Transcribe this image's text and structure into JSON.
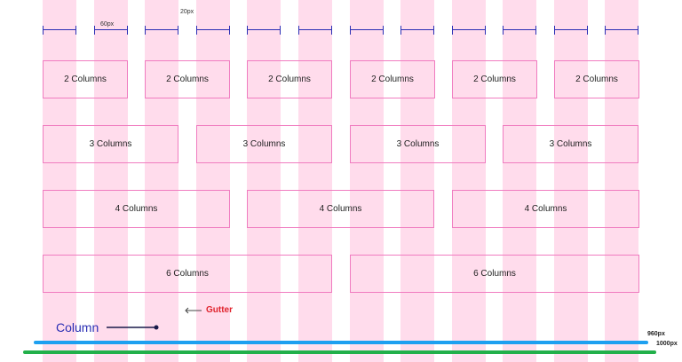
{
  "dimensions": {
    "column_width_label": "60px",
    "gutter_width_label": "20px"
  },
  "rows": [
    {
      "name": "two-columns",
      "label": "2 Columns",
      "count": 6
    },
    {
      "name": "three-columns",
      "label": "3 Columns",
      "count": 4
    },
    {
      "name": "four-columns",
      "label": "4 Columns",
      "count": 3
    },
    {
      "name": "six-columns",
      "label": "6 Columns",
      "count": 2
    }
  ],
  "legend": {
    "gutter": "Gutter",
    "column": "Column"
  },
  "widths": {
    "inner": "960px",
    "outer": "1000px"
  },
  "colors": {
    "column_fill": "#ffdcec",
    "box_border": "#f07cc0",
    "dimension_line": "#2b2fb4",
    "gutter_text": "#e0242e",
    "inner_bar": "#1ea0f0",
    "outer_bar": "#22b04a"
  }
}
